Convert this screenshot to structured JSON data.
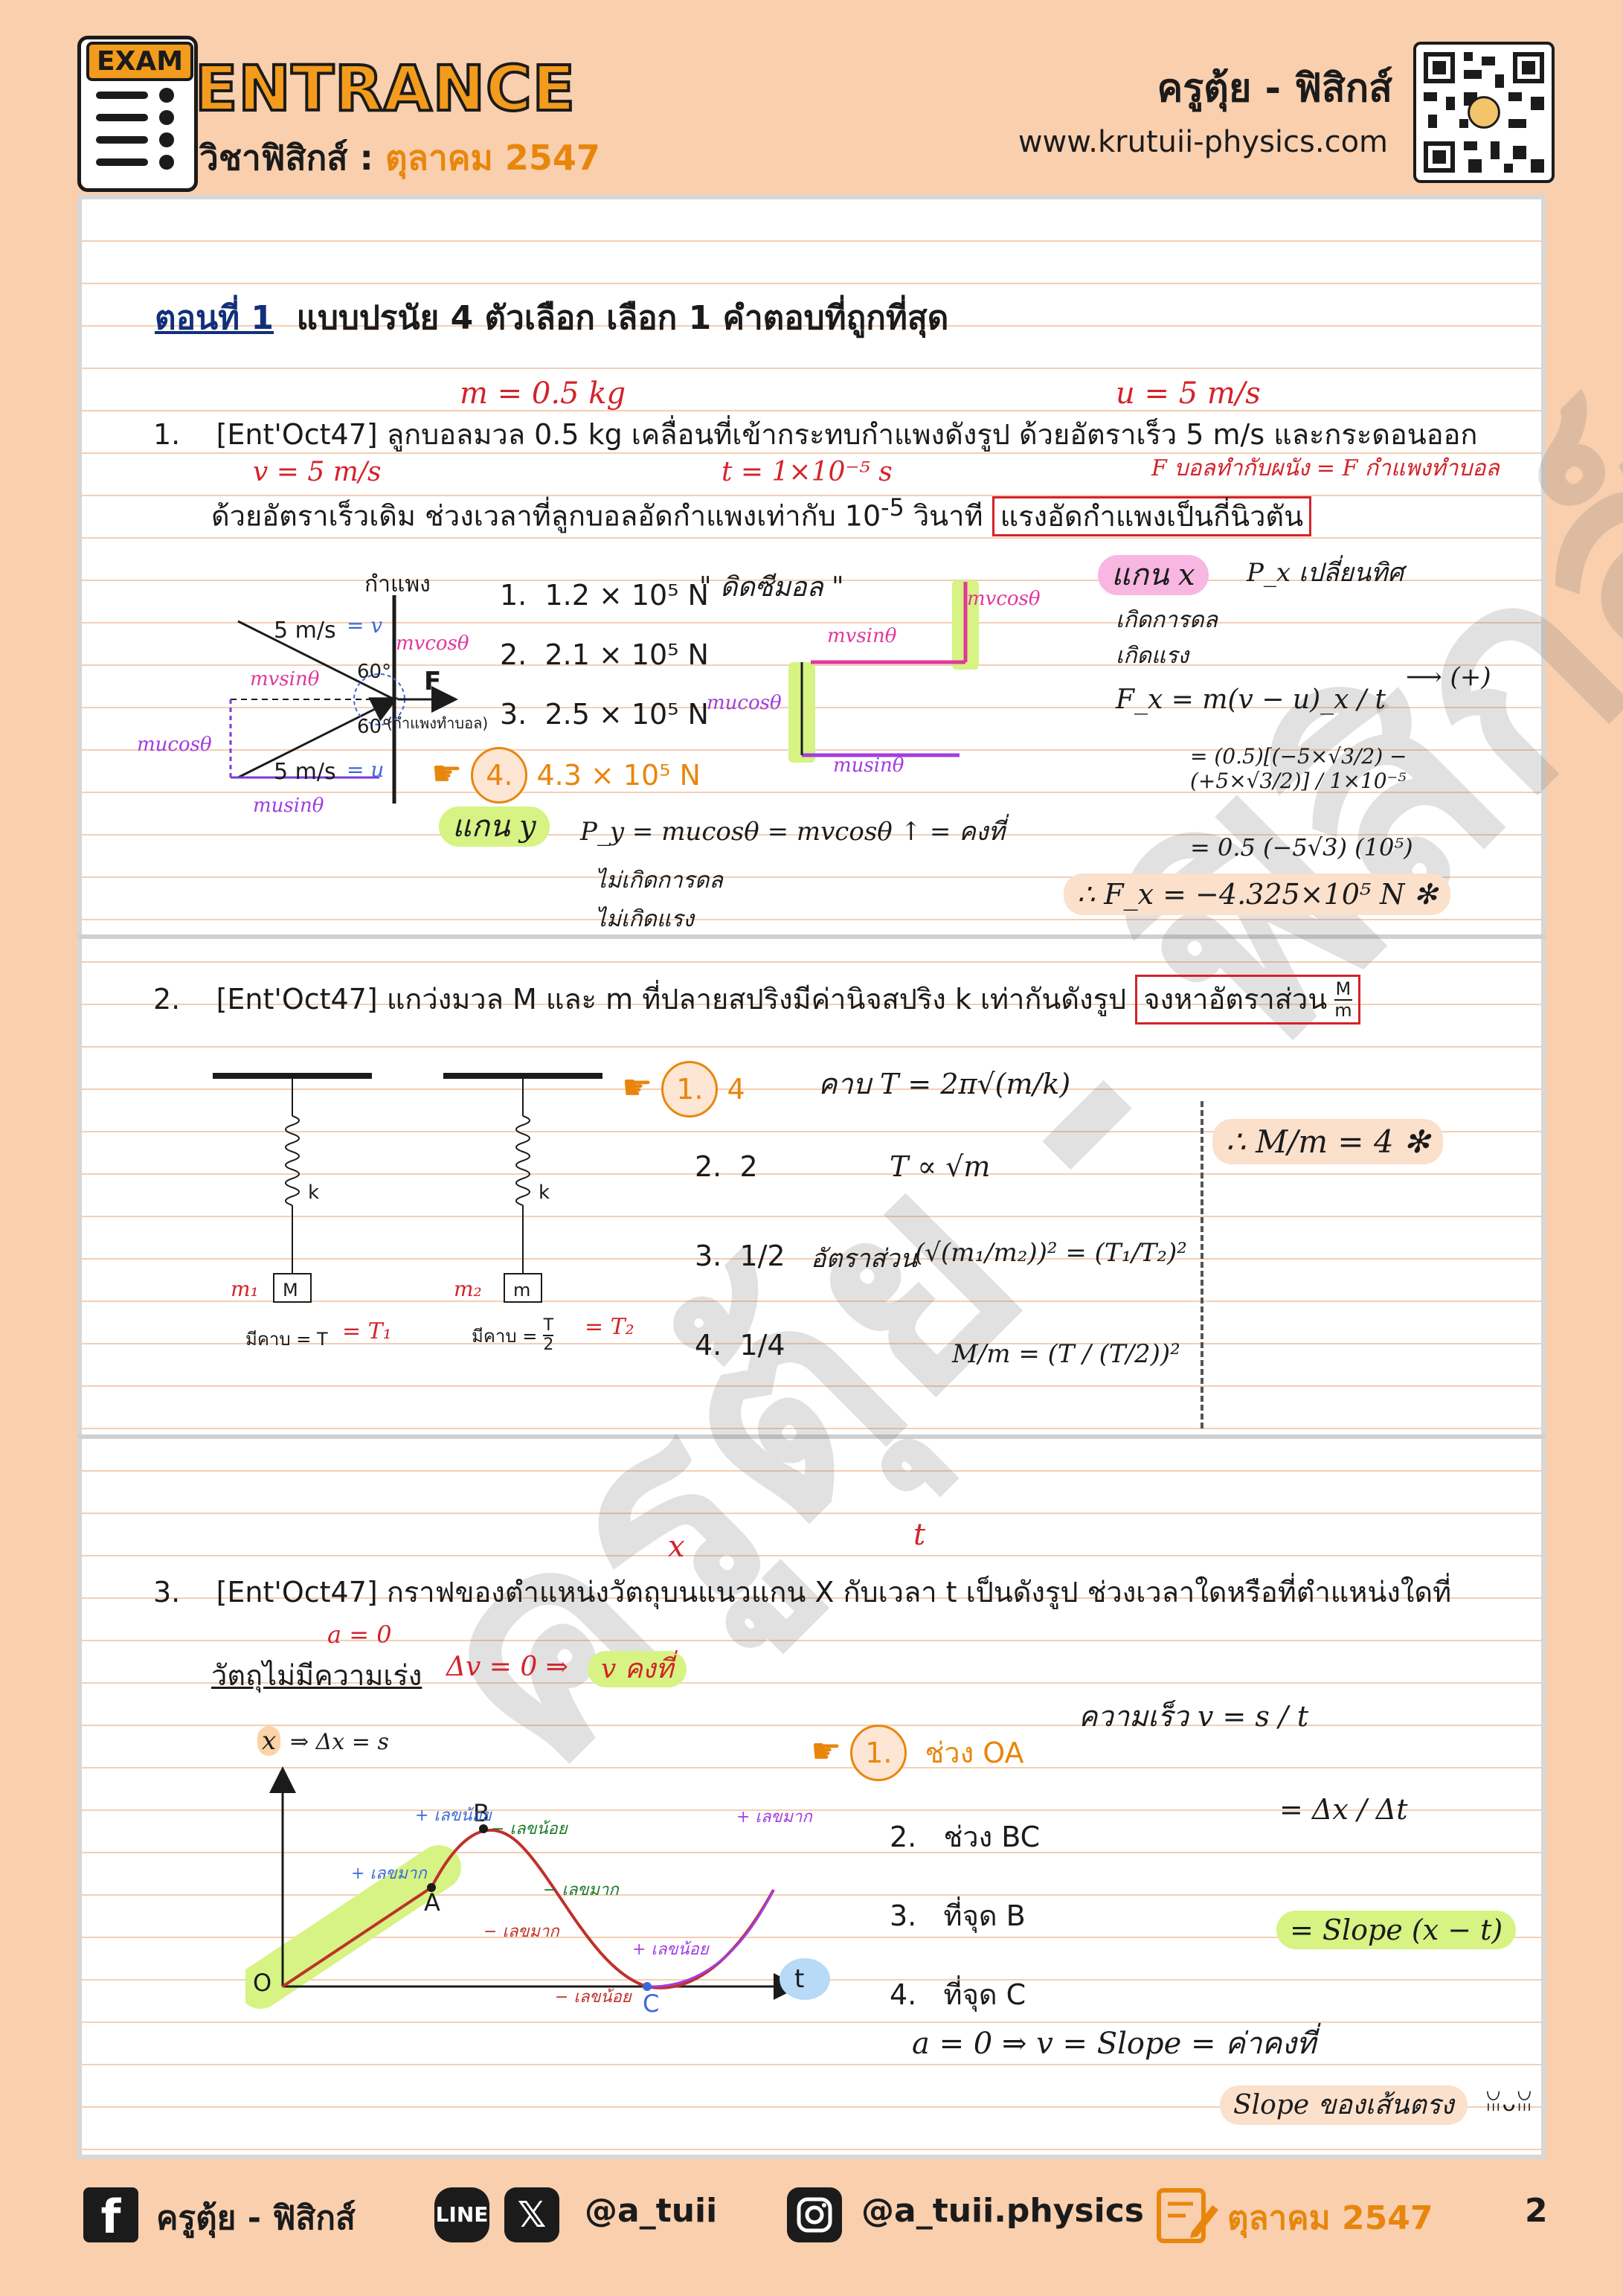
{
  "header": {
    "exam_tag": "EXAM",
    "brand": "ENTRANCE",
    "subject_prefix": "วิชาฟิสิกส์ :",
    "subject_date": "ตุลาคม 2547",
    "teacher": "ครูตุ้ย - ฟิสิกส์",
    "website": "www.krutuii-physics.com"
  },
  "watermark": "ครูตุ้ย - ฟิสิกส์",
  "section": {
    "label": "ตอนที่ 1",
    "text": "แบบปรนัย 4 ตัวเลือก เลือก 1 คำตอบที่ถูกที่สุด"
  },
  "q1": {
    "num": "1.",
    "line1": "[Ent'Oct47] ลูกบอลมวล 0.5 kg เคลื่อนที่เข้ากระทบกำแพงดังรูป ด้วยอัตราเร็ว 5 m/s และกระดอนออก",
    "line2a": "ด้วยอัตราเร็วเดิม ช่วงเวลาที่ลูกบอลอัดกำแพงเท่ากับ 10",
    "line2_exp": "-5",
    "line2b": "วินาที",
    "boxed": "แรงอัดกำแพงเป็นกี่นิวตัน",
    "ink_m": "m = 0.5 kg",
    "ink_u": "u = 5 m/s",
    "ink_v": "v = 5 m/s",
    "ink_t": "t = 1×10⁻⁵ s",
    "ink_force": "F บอลทำกับผนัง = F กำแพงทำบอล",
    "diagram": {
      "wall": "กำแพง",
      "speed_top": "5 m/s",
      "speed_bottom": "5 m/s",
      "angle_top": "60°",
      "angle_bottom": "60°",
      "force": "F",
      "note": "(กำแพงทำบอล)",
      "v_label": "= v",
      "u_label": "= u",
      "vsin": "mvsinθ",
      "ucos": "mucosθ",
      "usin": "musinθ",
      "vcos": "mvcosθ"
    },
    "choices": [
      "1.2 × 10⁵ N",
      "2.1 × 10⁵ N",
      "2.5 × 10⁵ N",
      "4.3 × 10⁵ N"
    ],
    "choice_nums": [
      "1.",
      "2.",
      "3.",
      "4."
    ],
    "ink_momentum": "\" ดิดซีมอล \"",
    "ink_y_axis": "แกน y",
    "ink_py": "P_y = mucosθ = mvcosθ ↑ = คงที่",
    "ink_y_notes": [
      "ไม่เกิดการดล",
      "ไม่เกิดแรง"
    ],
    "ink_x_axis": "แกน x",
    "ink_px": "P_x เปลี่ยนทิศ",
    "ink_x_notes": [
      "เกิดการดล",
      "เกิดแรง"
    ],
    "ink_fx": "F_x = m(v − u)_x / t",
    "ink_plus": "⟶ (+)",
    "ink_calc1": "= (0.5)[(−5×√3/2) − (+5×√3/2)] / 1×10⁻⁵",
    "ink_calc2": "= 0.5 (−5√3) (10⁵)",
    "ink_result": "∴ F_x = −4.325×10⁵ N ✻"
  },
  "q2": {
    "num": "2.",
    "text": "[Ent'Oct47] แกว่งมวล M และ m ที่ปลายสปริงมีค่านิจสปริง k เท่ากันดังรูป",
    "boxed": "จงหาอัตราส่วน",
    "frac_top": "M",
    "frac_bottom": "m",
    "spring_k": "k",
    "mass_left": "M",
    "mass_right": "m",
    "period_left": "มีคาบ = T",
    "period_right_prefix": "มีคาบ =",
    "period_right_top": "T",
    "period_right_bottom": "2",
    "ink_m1": "m₁",
    "ink_m2": "m₂",
    "ink_t1": "= T₁",
    "ink_t2": "= T₂",
    "choices": [
      "4",
      "2",
      "1/2",
      "1/4"
    ],
    "choice_nums": [
      "1.",
      "2.",
      "3.",
      "4."
    ],
    "ink_formula": "คาบ T = 2π√(m/k)",
    "ink_prop": "T ∝ √m",
    "ink_ratio_label": "อัตราส่วน",
    "ink_ratio1": "(√(m₁/m₂))² = (T₁/T₂)²",
    "ink_ratio2": "M/m = (T / (T/2))²",
    "ink_result": "∴ M/m = 4 ✻"
  },
  "q3": {
    "num": "3.",
    "line1": "[Ent'Oct47] กราฟของตำแหน่งวัตถุบนแนวแกน X กับเวลา t เป็นดังรูป ช่วงเวลาใดหรือที่ตำแหน่งใดที่",
    "line2": "วัตถุไม่มีความเร่ง",
    "ink_a0": "a = 0",
    "ink_dv": "Δv = 0 ⇒",
    "ink_vconst": "v คงที่",
    "ink_x": "x",
    "ink_t": "t",
    "graph": {
      "x_axis": "x",
      "ink_dx": "⇒ Δx = s",
      "t_axis": "t",
      "origin": "O",
      "A": "A",
      "B": "B",
      "C": "C",
      "ann": [
        "+ เลขมาก",
        "+ เลขน้อย",
        "− เลขน้อย",
        "− เลขมาก",
        "− เลขมาก",
        "− เลขน้อย",
        "+ เลขน้อย",
        "+ เลขมาก"
      ]
    },
    "choices": [
      "ช่วง OA",
      "ช่วง BC",
      "ที่จุด B",
      "ที่จุด C"
    ],
    "choice_nums": [
      "1.",
      "2.",
      "3.",
      "4."
    ],
    "ink_speed": "ความเร็ว v = s / t",
    "ink_dxdt": "= Δx / Δt",
    "ink_slope": "= Slope (x − t)",
    "ink_final": "a = 0 ⇒ v = Slope = ค่าคงที่",
    "ink_line": "Slope ของเส้นตรง",
    "ink_smile": "ꈍᴗꈍ"
  },
  "footer": {
    "facebook": "ครูตุ้ย - ฟิสิกส์",
    "line_x": "@a_tuii",
    "instagram": "@a_tuii.physics",
    "date": "ตุลาคม 2547",
    "page": "2"
  }
}
